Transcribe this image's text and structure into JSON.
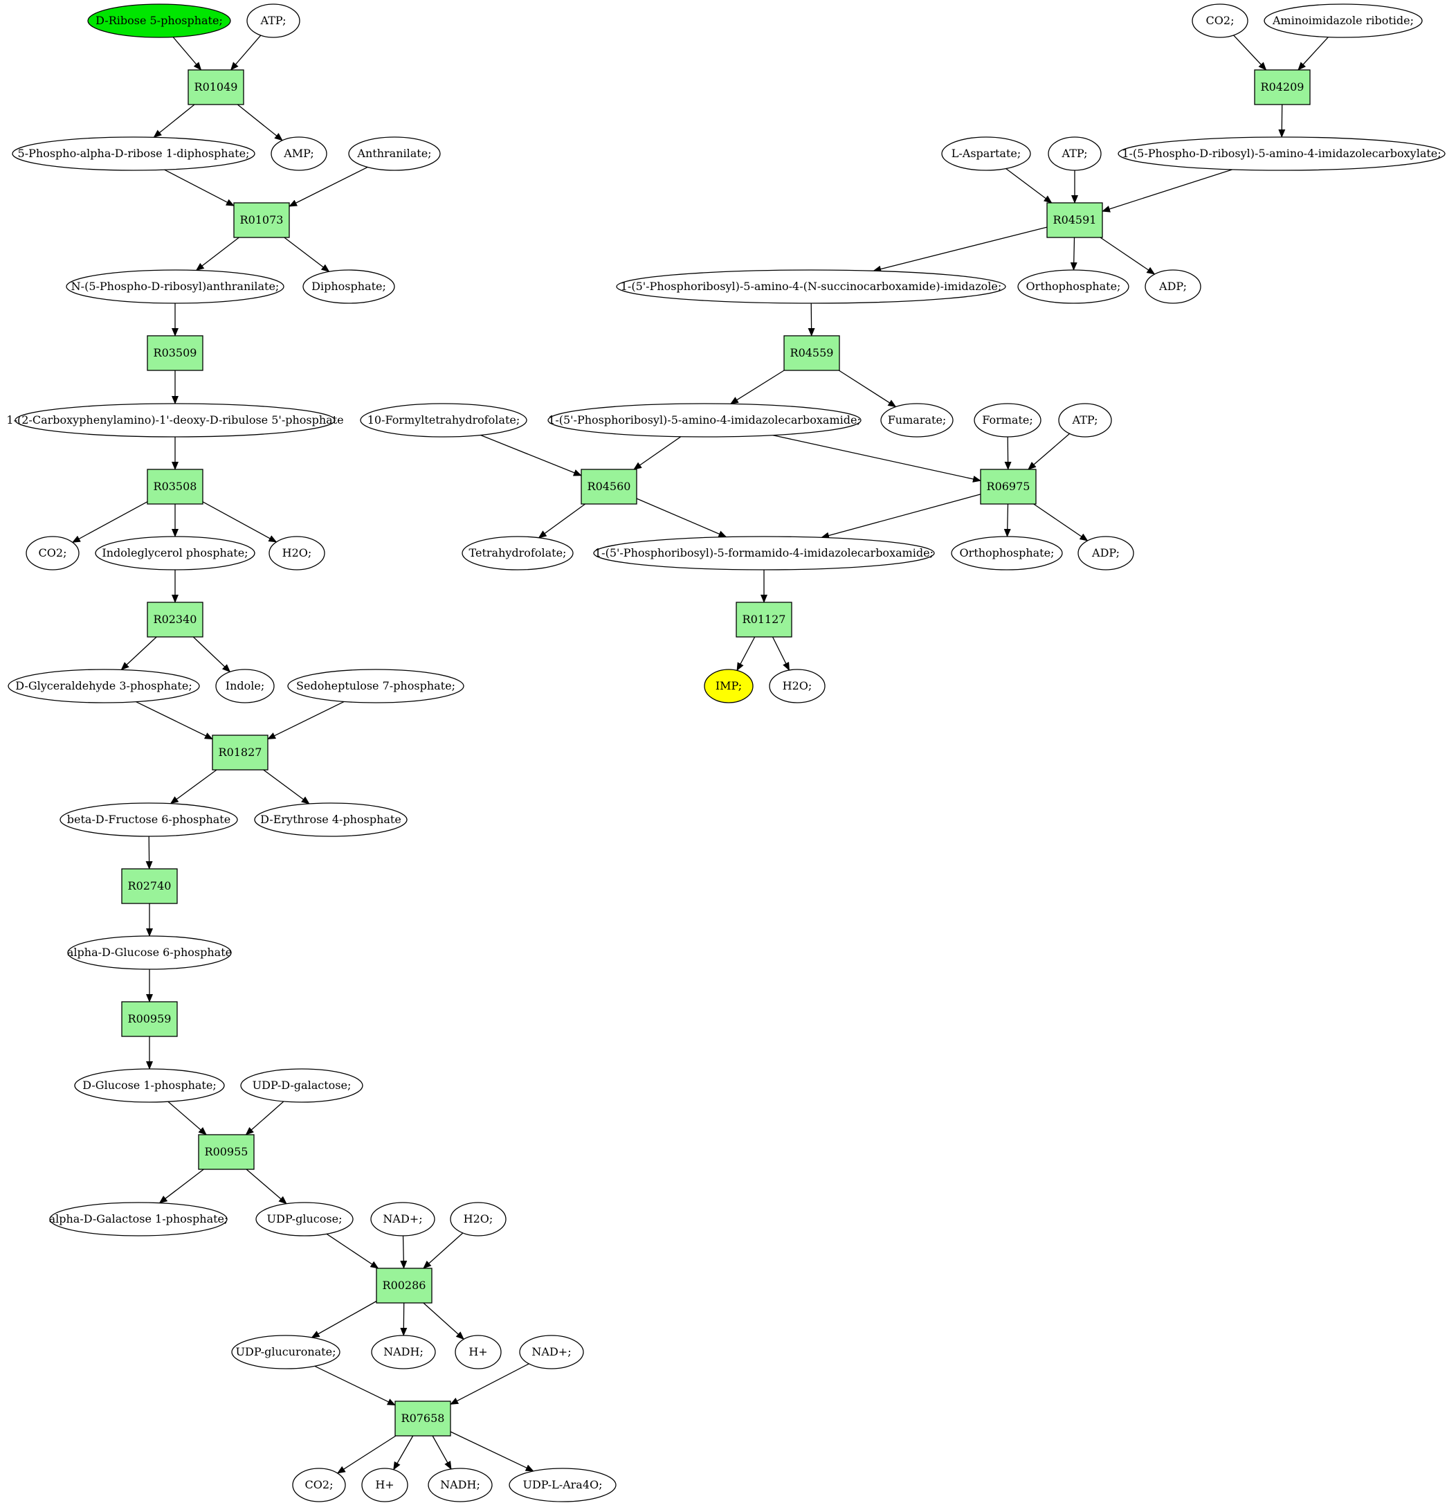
{
  "colors": {
    "reaction_fill": "#99f399",
    "metabolite_fill": "#ffffff",
    "source_fill": "#00e600",
    "target_fill": "#ffff00",
    "stroke": "#000000"
  },
  "nodes": {
    "m_ribose5p": {
      "label": "D-Ribose 5-phosphate;",
      "kind": "source"
    },
    "m_atp1": {
      "label": "ATP;",
      "kind": "metabolite"
    },
    "r_R01049": {
      "label": "R01049",
      "kind": "reaction"
    },
    "m_prpp": {
      "label": "5-Phospho-alpha-D-ribose 1-diphosphate;",
      "kind": "metabolite"
    },
    "m_amp": {
      "label": "AMP;",
      "kind": "metabolite"
    },
    "m_anthranilate": {
      "label": "Anthranilate;",
      "kind": "metabolite"
    },
    "r_R01073": {
      "label": "R01073",
      "kind": "reaction"
    },
    "m_npra": {
      "label": "N-(5-Phospho-D-ribosyl)anthranilate;",
      "kind": "metabolite"
    },
    "m_diphosphate": {
      "label": "Diphosphate;",
      "kind": "metabolite"
    },
    "r_R03509": {
      "label": "R03509",
      "kind": "reaction"
    },
    "m_cdrp": {
      "label": "1-(2-Carboxyphenylamino)-1'-deoxy-D-ribulose 5'-phosphate",
      "kind": "metabolite"
    },
    "r_R03508": {
      "label": "R03508",
      "kind": "reaction"
    },
    "m_co2_a": {
      "label": "CO2;",
      "kind": "metabolite"
    },
    "m_igp": {
      "label": "Indoleglycerol phosphate;",
      "kind": "metabolite"
    },
    "m_h2o_a": {
      "label": "H2O;",
      "kind": "metabolite"
    },
    "r_R02340": {
      "label": "R02340",
      "kind": "reaction"
    },
    "m_g3p": {
      "label": "D-Glyceraldehyde 3-phosphate;",
      "kind": "metabolite"
    },
    "m_indole": {
      "label": "Indole;",
      "kind": "metabolite"
    },
    "m_s7p": {
      "label": "Sedoheptulose 7-phosphate;",
      "kind": "metabolite"
    },
    "r_R01827": {
      "label": "R01827",
      "kind": "reaction"
    },
    "m_f6p": {
      "label": "beta-D-Fructose 6-phosphate",
      "kind": "metabolite"
    },
    "m_e4p": {
      "label": "D-Erythrose 4-phosphate",
      "kind": "metabolite"
    },
    "r_R02740": {
      "label": "R02740",
      "kind": "reaction"
    },
    "m_g6p": {
      "label": "alpha-D-Glucose 6-phosphate",
      "kind": "metabolite"
    },
    "r_R00959": {
      "label": "R00959",
      "kind": "reaction"
    },
    "m_g1p": {
      "label": "D-Glucose 1-phosphate;",
      "kind": "metabolite"
    },
    "m_udpgal": {
      "label": "UDP-D-galactose;",
      "kind": "metabolite"
    },
    "r_R00955": {
      "label": "R00955",
      "kind": "reaction"
    },
    "m_gal1p": {
      "label": "alpha-D-Galactose 1-phosphate;",
      "kind": "metabolite"
    },
    "m_udpglc": {
      "label": "UDP-glucose;",
      "kind": "metabolite"
    },
    "m_nad_a": {
      "label": "NAD+;",
      "kind": "metabolite"
    },
    "m_h2o_b": {
      "label": "H2O;",
      "kind": "metabolite"
    },
    "r_R00286": {
      "label": "R00286",
      "kind": "reaction"
    },
    "m_udpglcur": {
      "label": "UDP-glucuronate;",
      "kind": "metabolite"
    },
    "m_nadh_a": {
      "label": "NADH;",
      "kind": "metabolite"
    },
    "m_hplus_a": {
      "label": "H+",
      "kind": "metabolite"
    },
    "m_nad_b": {
      "label": "NAD+;",
      "kind": "metabolite"
    },
    "r_R07658": {
      "label": "R07658",
      "kind": "reaction"
    },
    "m_co2_b": {
      "label": "CO2;",
      "kind": "metabolite"
    },
    "m_hplus_b": {
      "label": "H+",
      "kind": "metabolite"
    },
    "m_nadh_b": {
      "label": "NADH;",
      "kind": "metabolite"
    },
    "m_udpara4o": {
      "label": "UDP-L-Ara4O;",
      "kind": "metabolite"
    },
    "m_co2_c": {
      "label": "CO2;",
      "kind": "metabolite"
    },
    "m_air": {
      "label": "Aminoimidazole ribotide;",
      "kind": "metabolite"
    },
    "r_R04209": {
      "label": "R04209",
      "kind": "reaction"
    },
    "m_cair": {
      "label": "1-(5-Phospho-D-ribosyl)-5-amino-4-imidazolecarboxylate;",
      "kind": "metabolite"
    },
    "m_asp": {
      "label": "L-Aspartate;",
      "kind": "metabolite"
    },
    "m_atp2": {
      "label": "ATP;",
      "kind": "metabolite"
    },
    "r_R04591": {
      "label": "R04591",
      "kind": "reaction"
    },
    "m_saicar": {
      "label": "1-(5'-Phosphoribosyl)-5-amino-4-(N-succinocarboxamide)-imidazole;",
      "kind": "metabolite"
    },
    "m_pi_a": {
      "label": "Orthophosphate;",
      "kind": "metabolite"
    },
    "m_adp_a": {
      "label": "ADP;",
      "kind": "metabolite"
    },
    "r_R04559": {
      "label": "R04559",
      "kind": "reaction"
    },
    "m_aicar": {
      "label": "1-(5'-Phosphoribosyl)-5-amino-4-imidazolecarboxamide;",
      "kind": "metabolite"
    },
    "m_fumarate": {
      "label": "Fumarate;",
      "kind": "metabolite"
    },
    "m_fthf": {
      "label": "10-Formyltetrahydrofolate;",
      "kind": "metabolite"
    },
    "m_formate": {
      "label": "Formate;",
      "kind": "metabolite"
    },
    "m_atp3": {
      "label": "ATP;",
      "kind": "metabolite"
    },
    "r_R04560": {
      "label": "R04560",
      "kind": "reaction"
    },
    "r_R06975": {
      "label": "R06975",
      "kind": "reaction"
    },
    "m_thf": {
      "label": "Tetrahydrofolate;",
      "kind": "metabolite"
    },
    "m_faicar": {
      "label": "1-(5'-Phosphoribosyl)-5-formamido-4-imidazolecarboxamide;",
      "kind": "metabolite"
    },
    "m_pi_b": {
      "label": "Orthophosphate;",
      "kind": "metabolite"
    },
    "m_adp_b": {
      "label": "ADP;",
      "kind": "metabolite"
    },
    "r_R01127": {
      "label": "R01127",
      "kind": "reaction"
    },
    "m_imp": {
      "label": "IMP;",
      "kind": "target"
    },
    "m_h2o_c": {
      "label": "H2O;",
      "kind": "metabolite"
    }
  },
  "edges": [
    [
      "m_ribose5p",
      "r_R01049"
    ],
    [
      "m_atp1",
      "r_R01049"
    ],
    [
      "r_R01049",
      "m_prpp"
    ],
    [
      "r_R01049",
      "m_amp"
    ],
    [
      "m_prpp",
      "r_R01073"
    ],
    [
      "m_anthranilate",
      "r_R01073"
    ],
    [
      "r_R01073",
      "m_npra"
    ],
    [
      "r_R01073",
      "m_diphosphate"
    ],
    [
      "m_npra",
      "r_R03509"
    ],
    [
      "r_R03509",
      "m_cdrp"
    ],
    [
      "m_cdrp",
      "r_R03508"
    ],
    [
      "r_R03508",
      "m_co2_a"
    ],
    [
      "r_R03508",
      "m_igp"
    ],
    [
      "r_R03508",
      "m_h2o_a"
    ],
    [
      "m_igp",
      "r_R02340"
    ],
    [
      "r_R02340",
      "m_g3p"
    ],
    [
      "r_R02340",
      "m_indole"
    ],
    [
      "m_g3p",
      "r_R01827"
    ],
    [
      "m_s7p",
      "r_R01827"
    ],
    [
      "r_R01827",
      "m_f6p"
    ],
    [
      "r_R01827",
      "m_e4p"
    ],
    [
      "m_f6p",
      "r_R02740"
    ],
    [
      "r_R02740",
      "m_g6p"
    ],
    [
      "m_g6p",
      "r_R00959"
    ],
    [
      "r_R00959",
      "m_g1p"
    ],
    [
      "m_g1p",
      "r_R00955"
    ],
    [
      "m_udpgal",
      "r_R00955"
    ],
    [
      "r_R00955",
      "m_gal1p"
    ],
    [
      "r_R00955",
      "m_udpglc"
    ],
    [
      "m_udpglc",
      "r_R00286"
    ],
    [
      "m_nad_a",
      "r_R00286"
    ],
    [
      "m_h2o_b",
      "r_R00286"
    ],
    [
      "r_R00286",
      "m_udpglcur"
    ],
    [
      "r_R00286",
      "m_nadh_a"
    ],
    [
      "r_R00286",
      "m_hplus_a"
    ],
    [
      "m_udpglcur",
      "r_R07658"
    ],
    [
      "m_nad_b",
      "r_R07658"
    ],
    [
      "r_R07658",
      "m_co2_b"
    ],
    [
      "r_R07658",
      "m_hplus_b"
    ],
    [
      "r_R07658",
      "m_nadh_b"
    ],
    [
      "r_R07658",
      "m_udpara4o"
    ],
    [
      "m_co2_c",
      "r_R04209"
    ],
    [
      "m_air",
      "r_R04209"
    ],
    [
      "r_R04209",
      "m_cair"
    ],
    [
      "m_asp",
      "r_R04591"
    ],
    [
      "m_atp2",
      "r_R04591"
    ],
    [
      "m_cair",
      "r_R04591"
    ],
    [
      "r_R04591",
      "m_saicar"
    ],
    [
      "r_R04591",
      "m_pi_a"
    ],
    [
      "r_R04591",
      "m_adp_a"
    ],
    [
      "m_saicar",
      "r_R04559"
    ],
    [
      "r_R04559",
      "m_aicar"
    ],
    [
      "r_R04559",
      "m_fumarate"
    ],
    [
      "m_fthf",
      "r_R04560"
    ],
    [
      "m_aicar",
      "r_R04560"
    ],
    [
      "m_aicar",
      "r_R06975"
    ],
    [
      "m_formate",
      "r_R06975"
    ],
    [
      "m_atp3",
      "r_R06975"
    ],
    [
      "r_R04560",
      "m_thf"
    ],
    [
      "r_R04560",
      "m_faicar"
    ],
    [
      "r_R06975",
      "m_faicar"
    ],
    [
      "r_R06975",
      "m_pi_b"
    ],
    [
      "r_R06975",
      "m_adp_b"
    ],
    [
      "m_faicar",
      "r_R01127"
    ],
    [
      "r_R01127",
      "m_imp"
    ],
    [
      "r_R01127",
      "m_h2o_c"
    ]
  ]
}
